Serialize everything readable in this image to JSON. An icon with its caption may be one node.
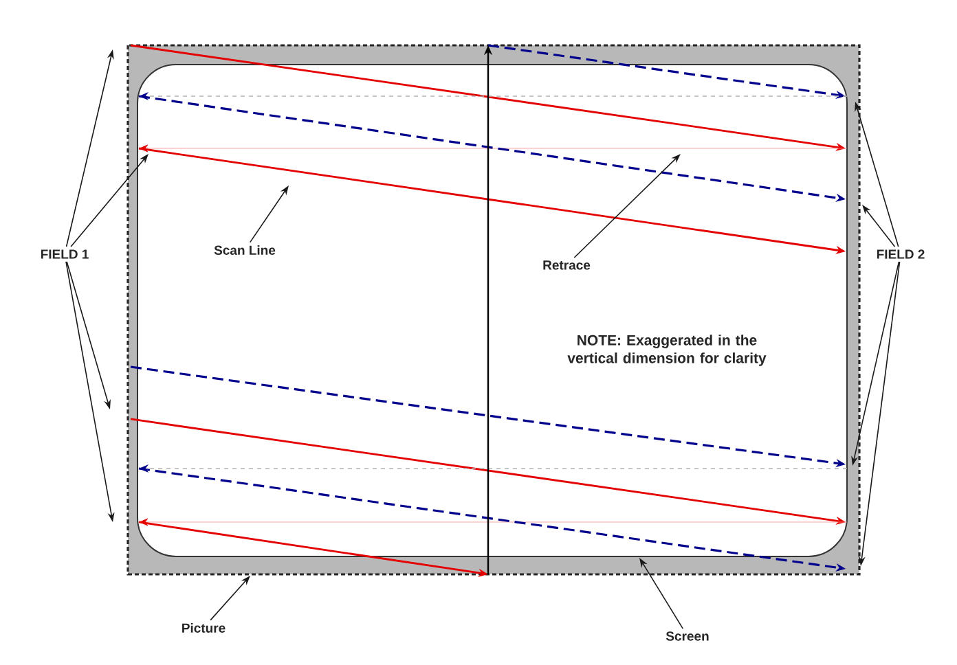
{
  "diagram": {
    "nodes": [
      {
        "text": [
          "FIELD 1"
        ]
      },
      {
        "text": [
          "Scan Line"
        ]
      },
      {
        "text": [
          "Retrace"
        ]
      },
      {
        "text": [
          "FIELD 2"
        ]
      },
      {
        "text": [
          "NOTE: Exaggerated in the vertical dimension for clarity"
        ]
      },
      {
        "text": [
          "Picture"
        ]
      },
      {
        "text": [
          "Screen"
        ]
      }
    ],
    "edges": [
      {
        "from": 0,
        "to": null,
        "arrow": "to"
      },
      {
        "from": 0,
        "to": null,
        "arrow": "to"
      },
      {
        "from": 0,
        "to": null,
        "arrow": "to"
      },
      {
        "from": 0,
        "to": null,
        "arrow": "to"
      },
      {
        "from": 3,
        "to": null,
        "arrow": "to"
      },
      {
        "from": 3,
        "to": null,
        "arrow": "to"
      },
      {
        "from": 3,
        "to": null,
        "arrow": "to"
      },
      {
        "from": 3,
        "to": null,
        "arrow": "to"
      },
      {
        "from": 1,
        "to": null,
        "arrow": "to"
      },
      {
        "from": 2,
        "to": null,
        "arrow": "to"
      },
      {
        "from": 5,
        "to": null,
        "arrow": "to"
      },
      {
        "from": 6,
        "to": null,
        "arrow": "to"
      }
    ]
  }
}
